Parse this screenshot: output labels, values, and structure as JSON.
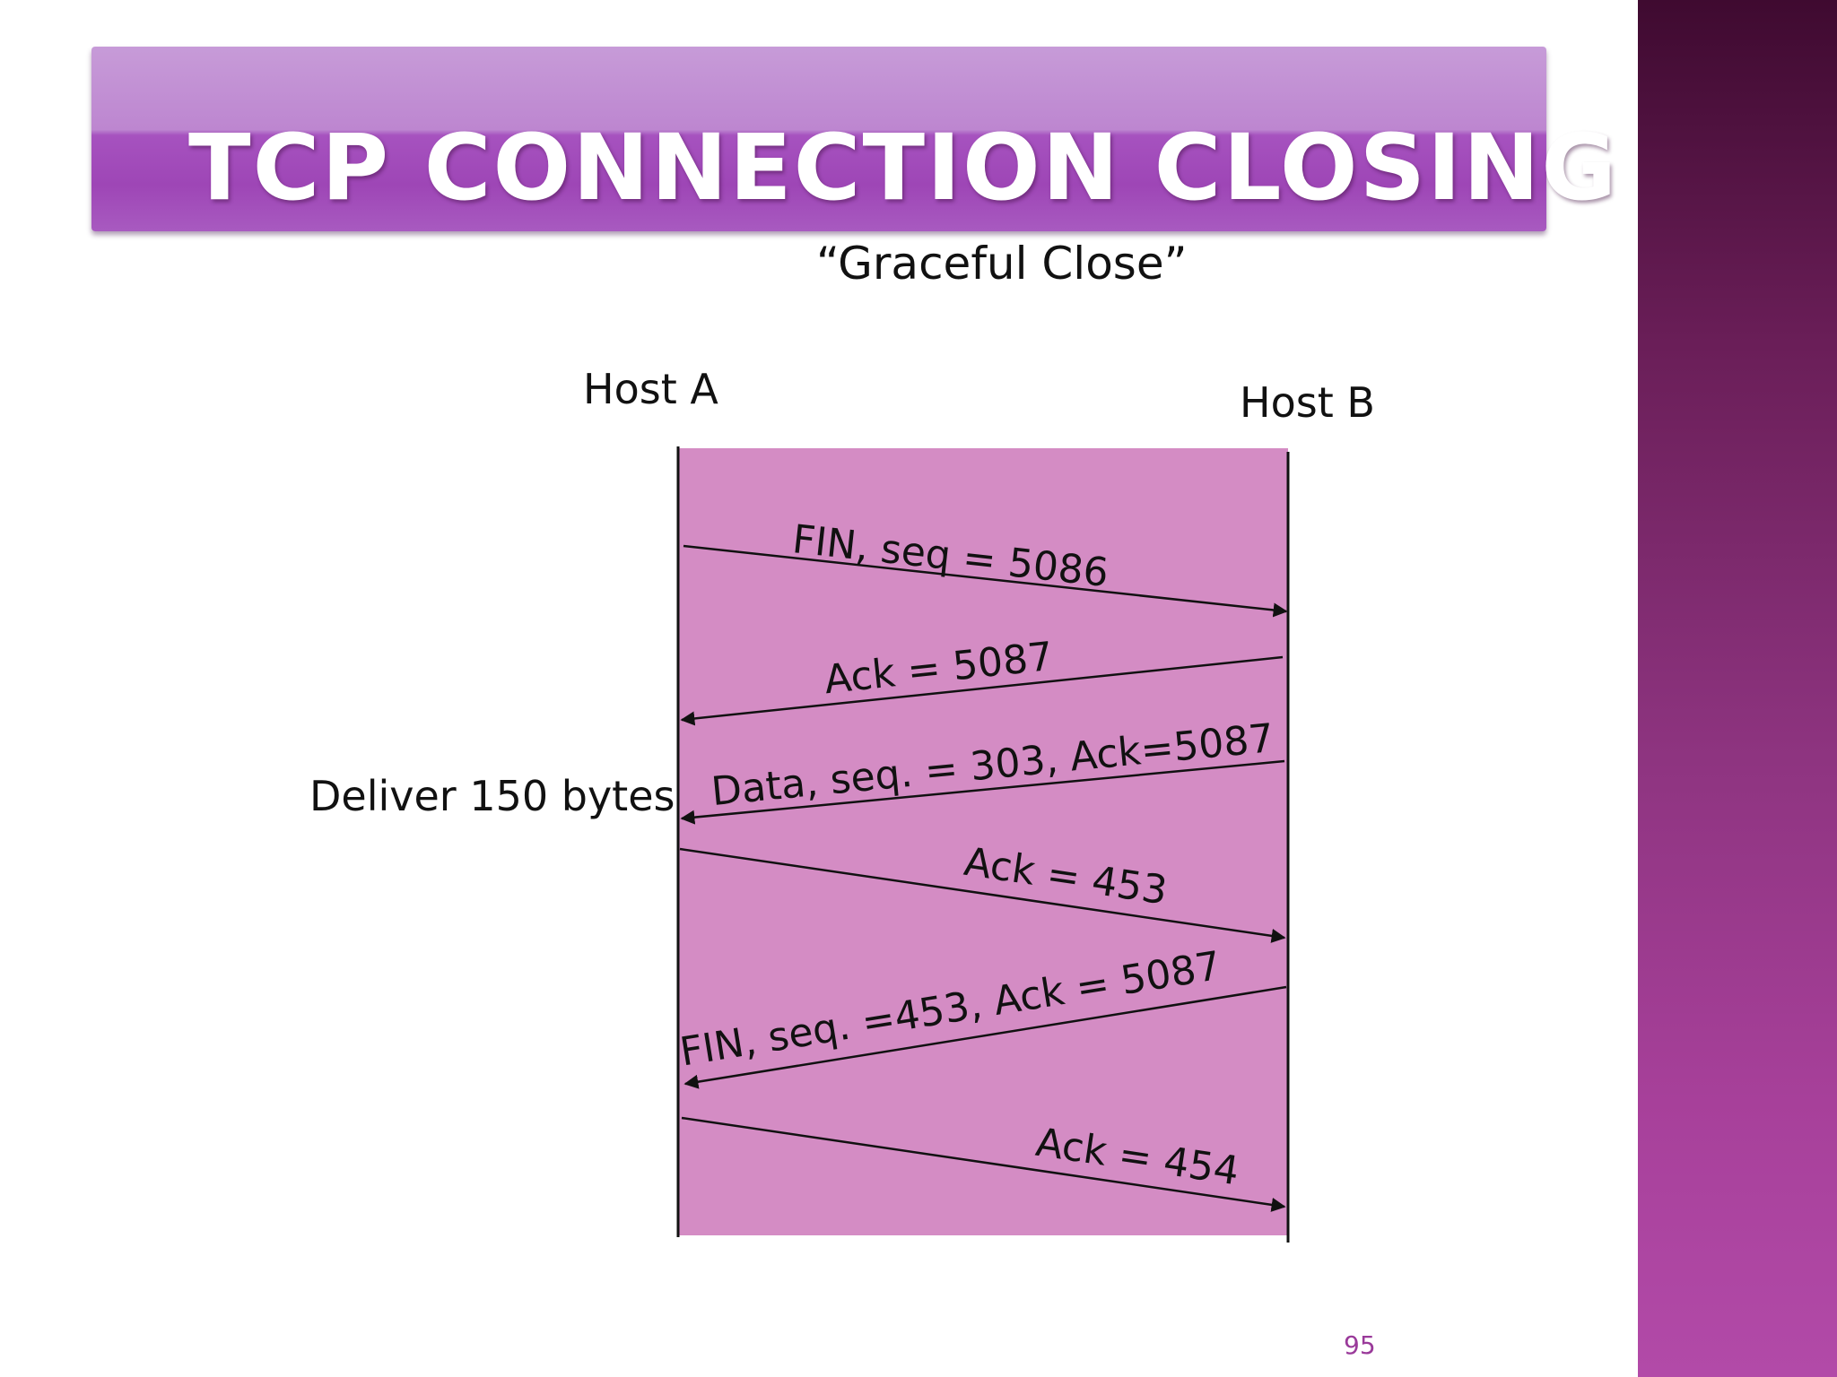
{
  "slide": {
    "title": "TCP CONNECTION CLOSING",
    "subtitle": "“Graceful Close”",
    "page_number": "95"
  },
  "diagram": {
    "hosts": [
      "Host A",
      "Host B"
    ],
    "side_note": "Deliver 150 bytes",
    "messages": [
      {
        "label": "FIN, seq = 5086",
        "from": "Host A",
        "to": "Host B"
      },
      {
        "label": "Ack = 5087",
        "from": "Host B",
        "to": "Host A"
      },
      {
        "label": "Data, seq. = 303, Ack=5087",
        "from": "Host B",
        "to": "Host A"
      },
      {
        "label": "Ack = 453",
        "from": "Host A",
        "to": "Host B"
      },
      {
        "label": "FIN, seq. =453, Ack = 5087",
        "from": "Host B",
        "to": "Host A"
      },
      {
        "label": "Ack = 454",
        "from": "Host A",
        "to": "Host B"
      }
    ]
  },
  "colors": {
    "timeline_fill": "#d48cc4",
    "accent": "#9e46b6",
    "side_band": "#8e3480"
  }
}
